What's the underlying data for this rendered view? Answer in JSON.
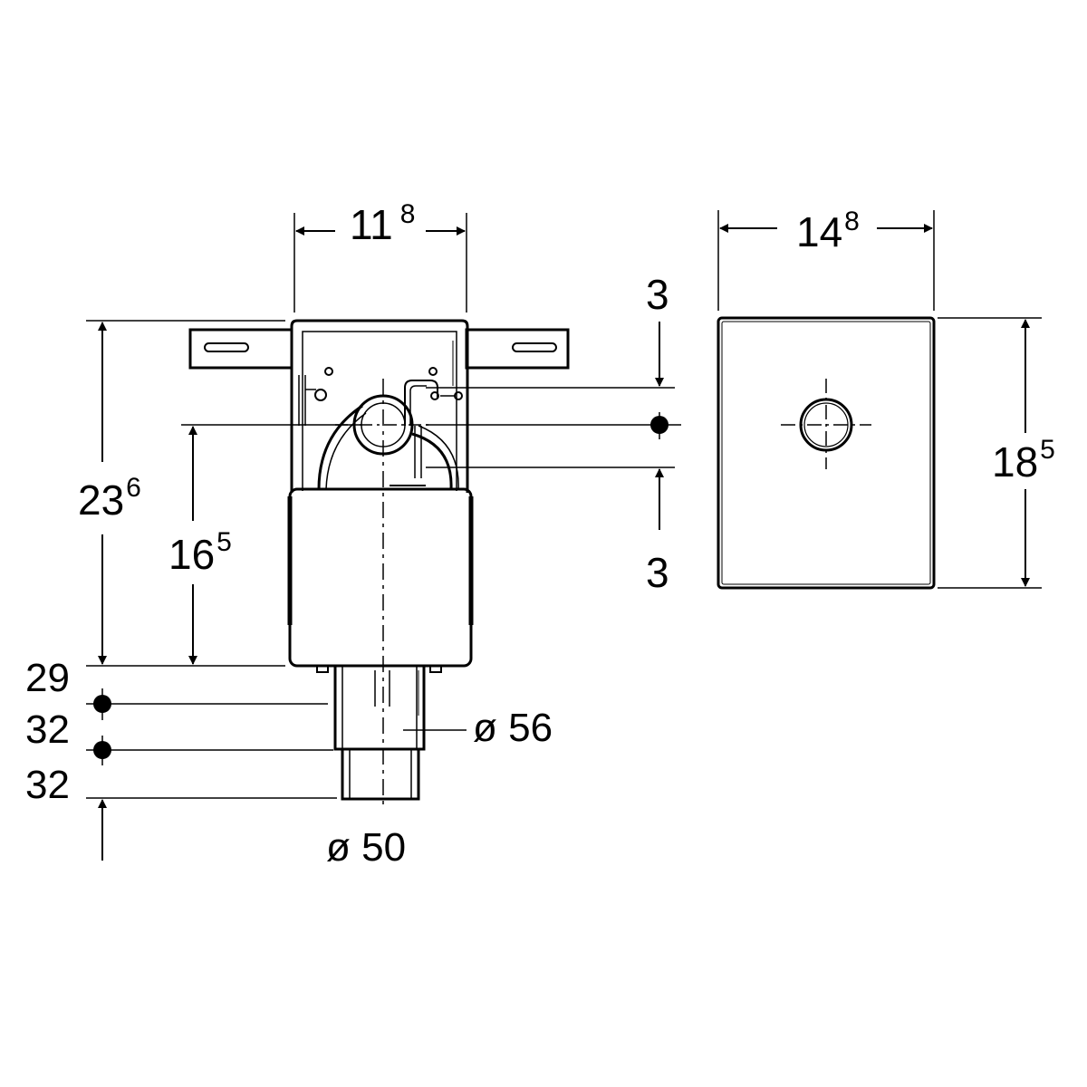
{
  "dimensions": {
    "box_width": {
      "main": "11",
      "sup": "8"
    },
    "cover_width": {
      "main": "14",
      "sup": "8"
    },
    "cover_height": {
      "main": "18",
      "sup": "5"
    },
    "total_height": {
      "main": "23",
      "sup": "6"
    },
    "center_height": {
      "main": "16",
      "sup": "5"
    },
    "offset_top": "3",
    "offset_bottom": "3",
    "seg_1": "29",
    "seg_2": "32",
    "seg_3": "32",
    "pipe_upper": "ø 56",
    "pipe_lower": "ø 50"
  },
  "colors": {
    "line": "#000000",
    "background": "#ffffff"
  }
}
